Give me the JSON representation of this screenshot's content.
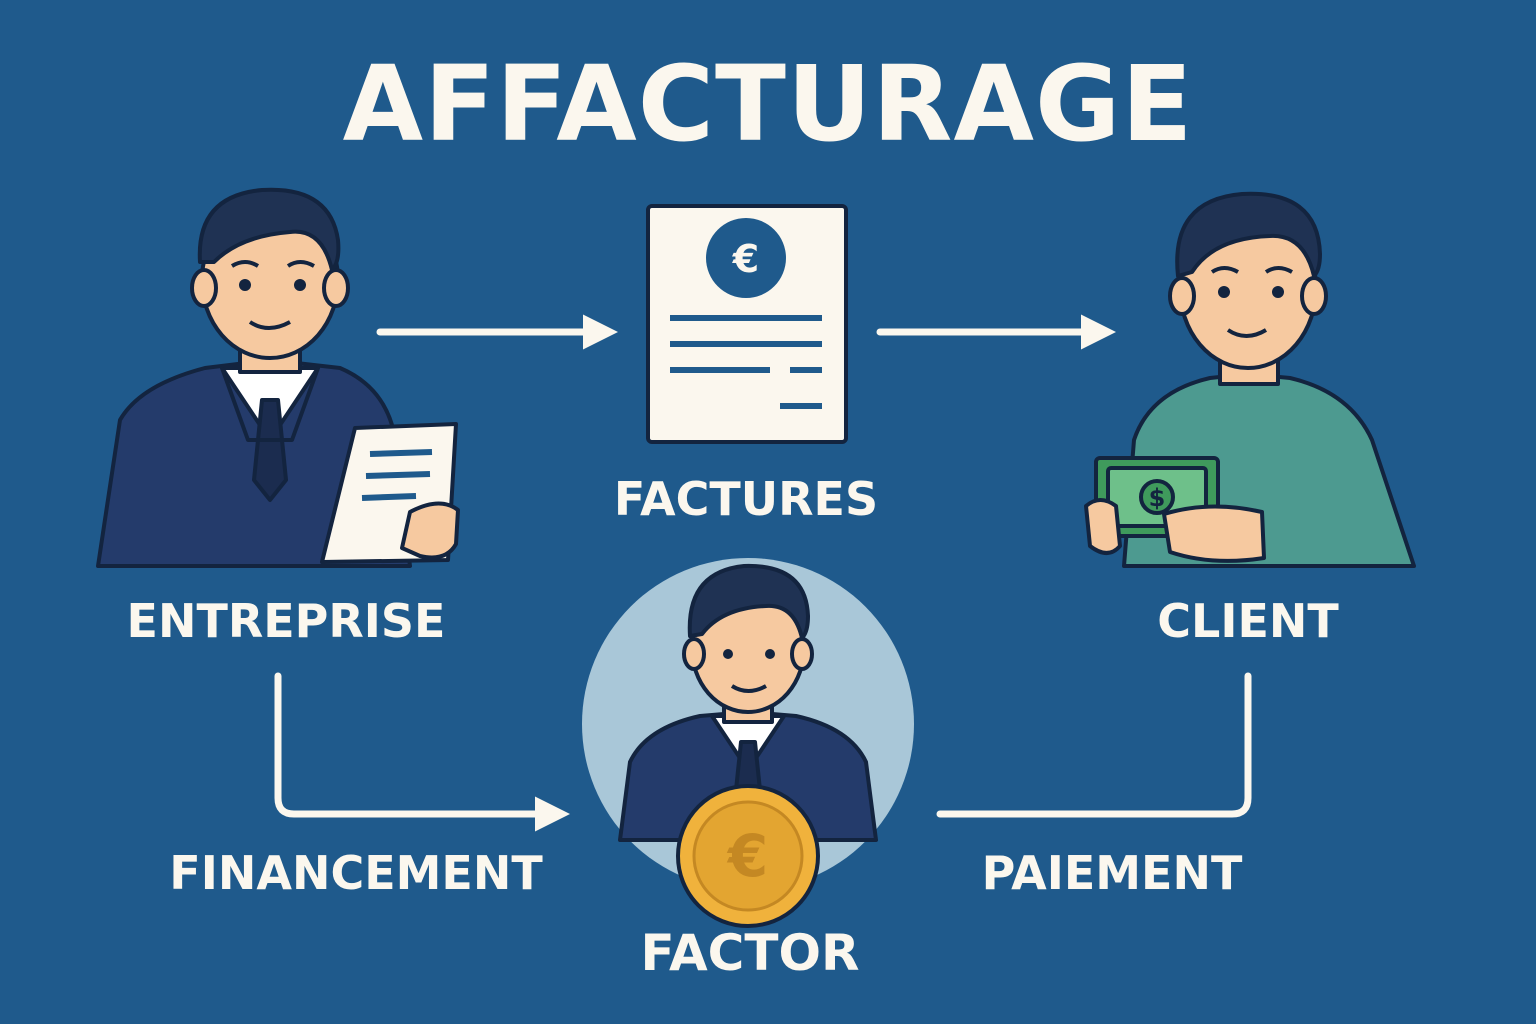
{
  "title": "AFFACTURAGE",
  "nodes": {
    "entreprise": "ENTREPRISE",
    "factures": "FACTURES",
    "client": "CLIENT",
    "factor": "FACTOR"
  },
  "flows": {
    "financement": "FINANCEMENT",
    "paiement": "PAIEMENT"
  },
  "icons": {
    "invoice_symbol": "€",
    "coin_symbol": "€",
    "banknote_symbol": "$"
  },
  "colors": {
    "background": "#1f5a8c",
    "text": "#fbf7ee",
    "suit": "#243b6b",
    "skin": "#f6c9a0",
    "hair": "#1f3253",
    "client_shirt": "#4d9a90",
    "coin": "#f0b23c",
    "factor_circle": "#a9c7d8",
    "money": "#3f9a5c"
  }
}
